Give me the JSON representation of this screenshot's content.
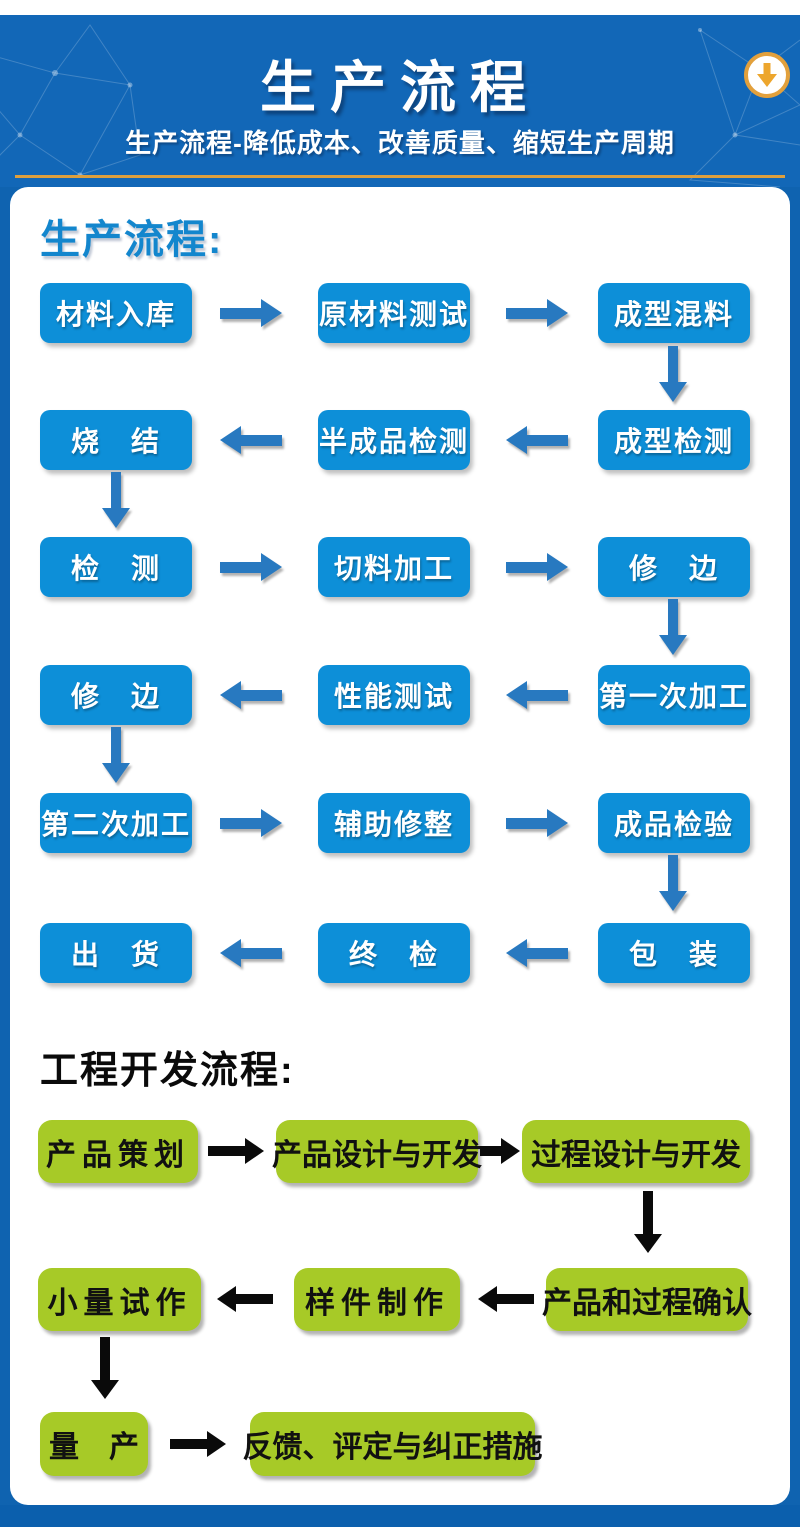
{
  "header": {
    "title": "生产流程",
    "subtitle": "生产流程-降低成本、改善质量、缩短生产周期",
    "download_icon": "circle-down-arrow"
  },
  "prod_flow": {
    "heading": "生产流程:",
    "rows": [
      {
        "direction": "right",
        "cells": [
          "材料入库",
          "原材料测试",
          "成型混料"
        ]
      },
      {
        "direction": "left",
        "cells": [
          "烧　结",
          "半成品检测",
          "成型检测"
        ]
      },
      {
        "direction": "right",
        "cells": [
          "检　测",
          "切料加工",
          "修　边"
        ]
      },
      {
        "direction": "left",
        "cells": [
          "修　边",
          "性能测试",
          "第一次加工"
        ]
      },
      {
        "direction": "right",
        "cells": [
          "第二次加工",
          "辅助修整",
          "成品检验"
        ]
      },
      {
        "direction": "left",
        "cells": [
          "出　货",
          "终　检",
          "包　装"
        ]
      }
    ]
  },
  "eng_flow": {
    "heading": "工程开发流程:",
    "rows": [
      {
        "direction": "right",
        "cells": [
          "产品策划",
          "产品设计与开发",
          "过程设计与开发"
        ]
      },
      {
        "direction": "left",
        "cells": [
          "小量试作",
          "样件制作",
          "产品和过程确认"
        ]
      },
      {
        "direction": "right",
        "cells": [
          "量　产",
          "反馈、评定与纠正措施"
        ]
      }
    ]
  },
  "colors": {
    "background_blue": "#0f63b0",
    "header_blue": "#1267b7",
    "process_box_blue": "#0d8fd8",
    "arrow_blue": "#2879c0",
    "heading_blue": "#1386cd",
    "dev_box_green": "#a7ca27",
    "accent_gold": "#e2a03c",
    "text_white": "#ffffff",
    "text_black": "#111111"
  }
}
